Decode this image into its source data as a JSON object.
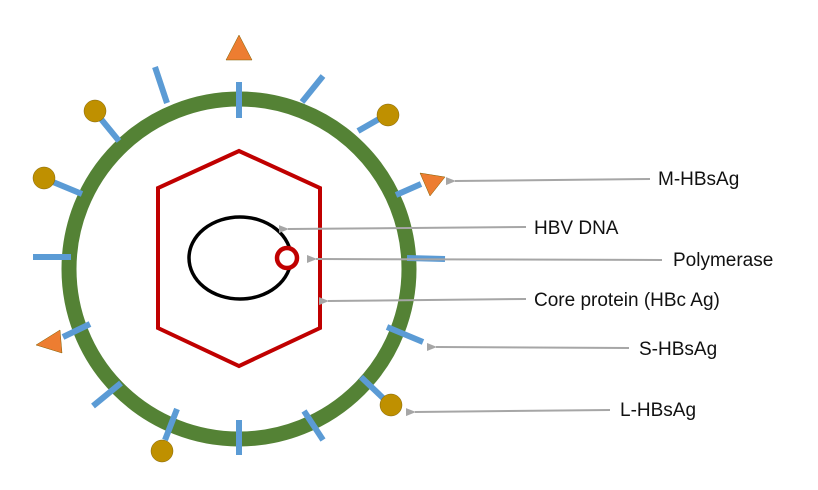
{
  "labels": {
    "m_hbsag": "M-HBsAg",
    "hbv_dna": "HBV DNA",
    "polymerase": "Polymerase",
    "core_protein": "Core protein (HBc Ag)",
    "s_hbsag": "S-HBsAg",
    "l_hbsag": "L-HBsAg"
  },
  "colors": {
    "envelope": "#548235",
    "spike": "#5b9bd5",
    "triangle_protein": "#ed7d31",
    "circle_protein": "#bf9000",
    "capsid": "#c00000",
    "dna": "#000000",
    "polymerase": "#c00000",
    "arrow": "#a6a6a6"
  }
}
